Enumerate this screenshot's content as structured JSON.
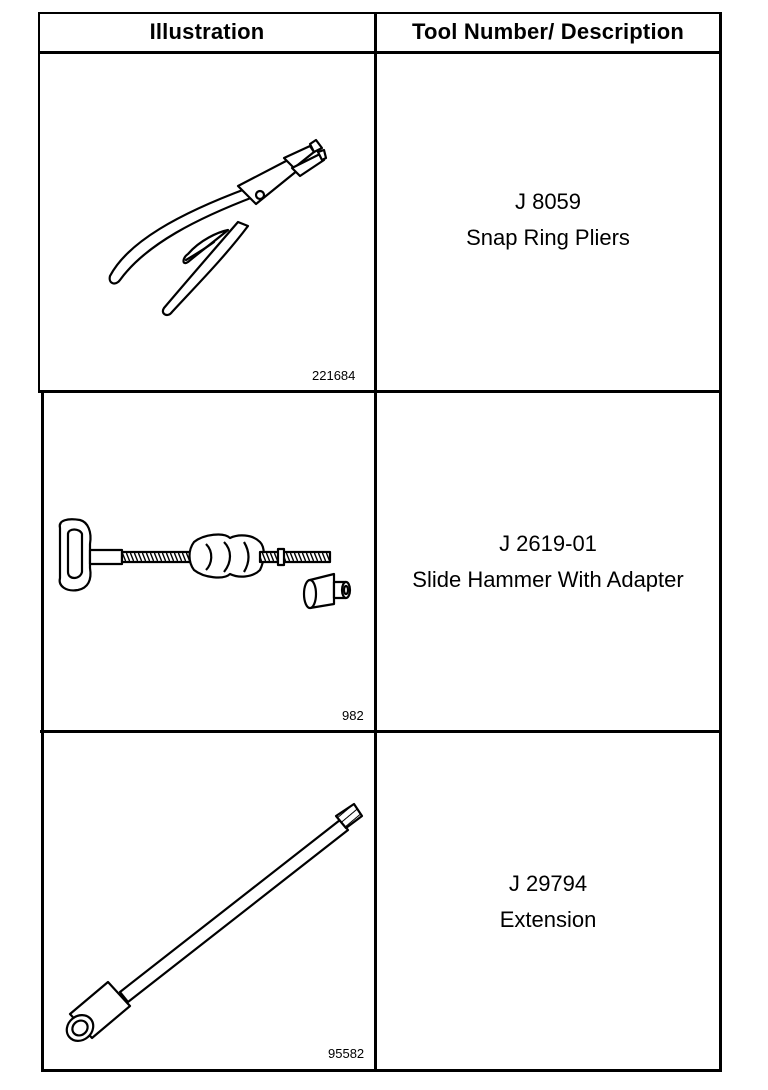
{
  "table": {
    "headers": {
      "illustration": "Illustration",
      "tool": "Tool Number/ Description"
    },
    "rows": [
      {
        "figure_id": "221684",
        "tool_number": "J 8059",
        "description": "Snap Ring Pliers",
        "icon": "snap-ring-pliers-icon"
      },
      {
        "figure_id": "982",
        "tool_number": "J 2619-01",
        "description": "Slide Hammer With Adapter",
        "icon": "slide-hammer-icon"
      },
      {
        "figure_id": "95582",
        "tool_number": "J 29794",
        "description": "Extension",
        "icon": "extension-bar-icon"
      }
    ]
  }
}
